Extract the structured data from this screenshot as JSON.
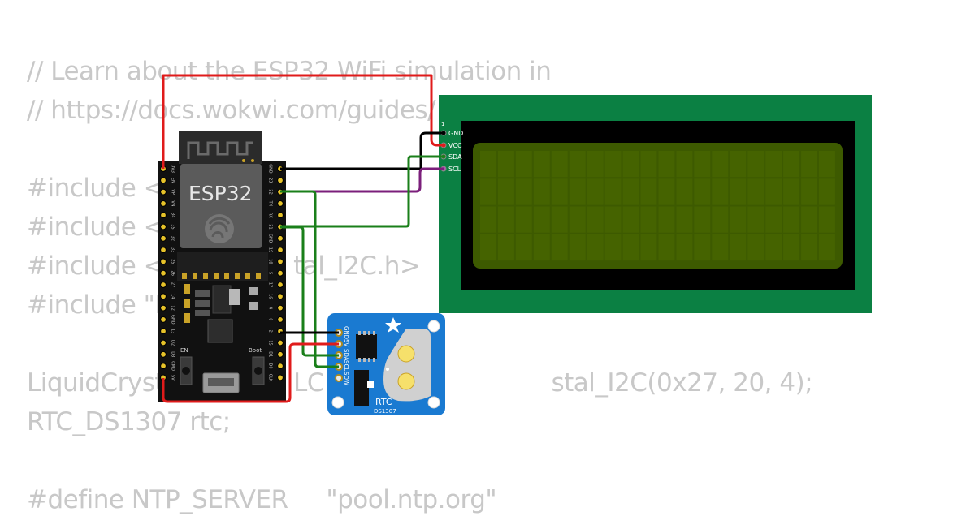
{
  "code": {
    "lines": [
      "// Learn about the ESP32 WiFi simulation in",
      "// https://docs.wokwi.com/guides/",
      "#include <",
      "#include <",
      "#include <                 tal_I2C.h>",
      "#include \"R",
      "LiquidCryst                 LCD = Li                    stal_I2C(0x27, 20, 4);",
      "RTC_DS1307 rtc;",
      "#define NTP_SERVER     \"pool.ntp.org\""
    ]
  },
  "esp32": {
    "chip_label": "ESP32",
    "buttons": {
      "en": "EN",
      "boot": "Boot"
    },
    "left_pins": [
      "3V3",
      "EN",
      "VP",
      "VN",
      "34",
      "35",
      "32",
      "33",
      "25",
      "26",
      "27",
      "14",
      "12",
      "GND",
      "13",
      "D2",
      "D3",
      "CMD",
      "5V"
    ],
    "right_pins": [
      "GND",
      "23",
      "22",
      "TX",
      "RX",
      "21",
      "GND",
      "19",
      "18",
      "5",
      "17",
      "16",
      "4",
      "0",
      "2",
      "15",
      "D1",
      "D0",
      "CLK"
    ]
  },
  "lcd": {
    "pin_index": "1",
    "pins": [
      "GND",
      "VCC",
      "SDA",
      "SCL"
    ],
    "rows": 4,
    "cols": 20
  },
  "rtc": {
    "title": "RTC",
    "model": "DS1307",
    "pins": [
      "GND",
      "5V",
      "SDA",
      "SCL",
      "SQW"
    ]
  },
  "wire_colors": {
    "power": "#e01b1b",
    "ground": "#000000",
    "sda": "#1a7f1a",
    "scl": "#7b1f7b"
  }
}
